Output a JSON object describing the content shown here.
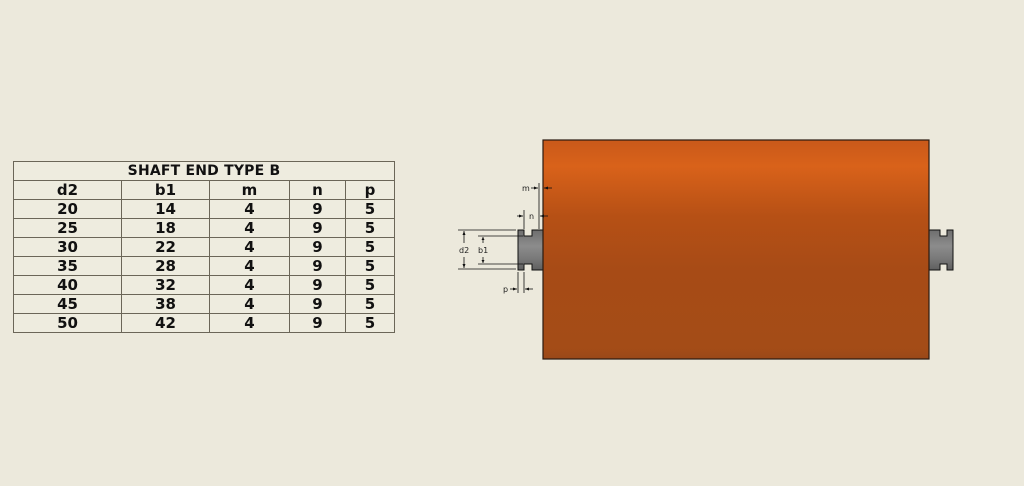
{
  "table": {
    "title": "SHAFT END TYPE B",
    "headers": [
      "d2",
      "b1",
      "m",
      "n",
      "p"
    ],
    "rows": [
      [
        "20",
        "14",
        "4",
        "9",
        "5"
      ],
      [
        "25",
        "18",
        "4",
        "9",
        "5"
      ],
      [
        "30",
        "22",
        "4",
        "9",
        "5"
      ],
      [
        "35",
        "28",
        "4",
        "9",
        "5"
      ],
      [
        "40",
        "32",
        "4",
        "9",
        "5"
      ],
      [
        "45",
        "38",
        "4",
        "9",
        "5"
      ],
      [
        "50",
        "42",
        "4",
        "9",
        "5"
      ]
    ]
  },
  "drawing": {
    "dimension_labels": {
      "m": "m",
      "n": "n",
      "d2": "d2",
      "b1": "b1",
      "p": "p"
    },
    "colors": {
      "roller_top": "#d9621a",
      "roller_bottom": "#a64a16",
      "shaft": "#7a7a7a",
      "background": "#ece9dc"
    }
  }
}
